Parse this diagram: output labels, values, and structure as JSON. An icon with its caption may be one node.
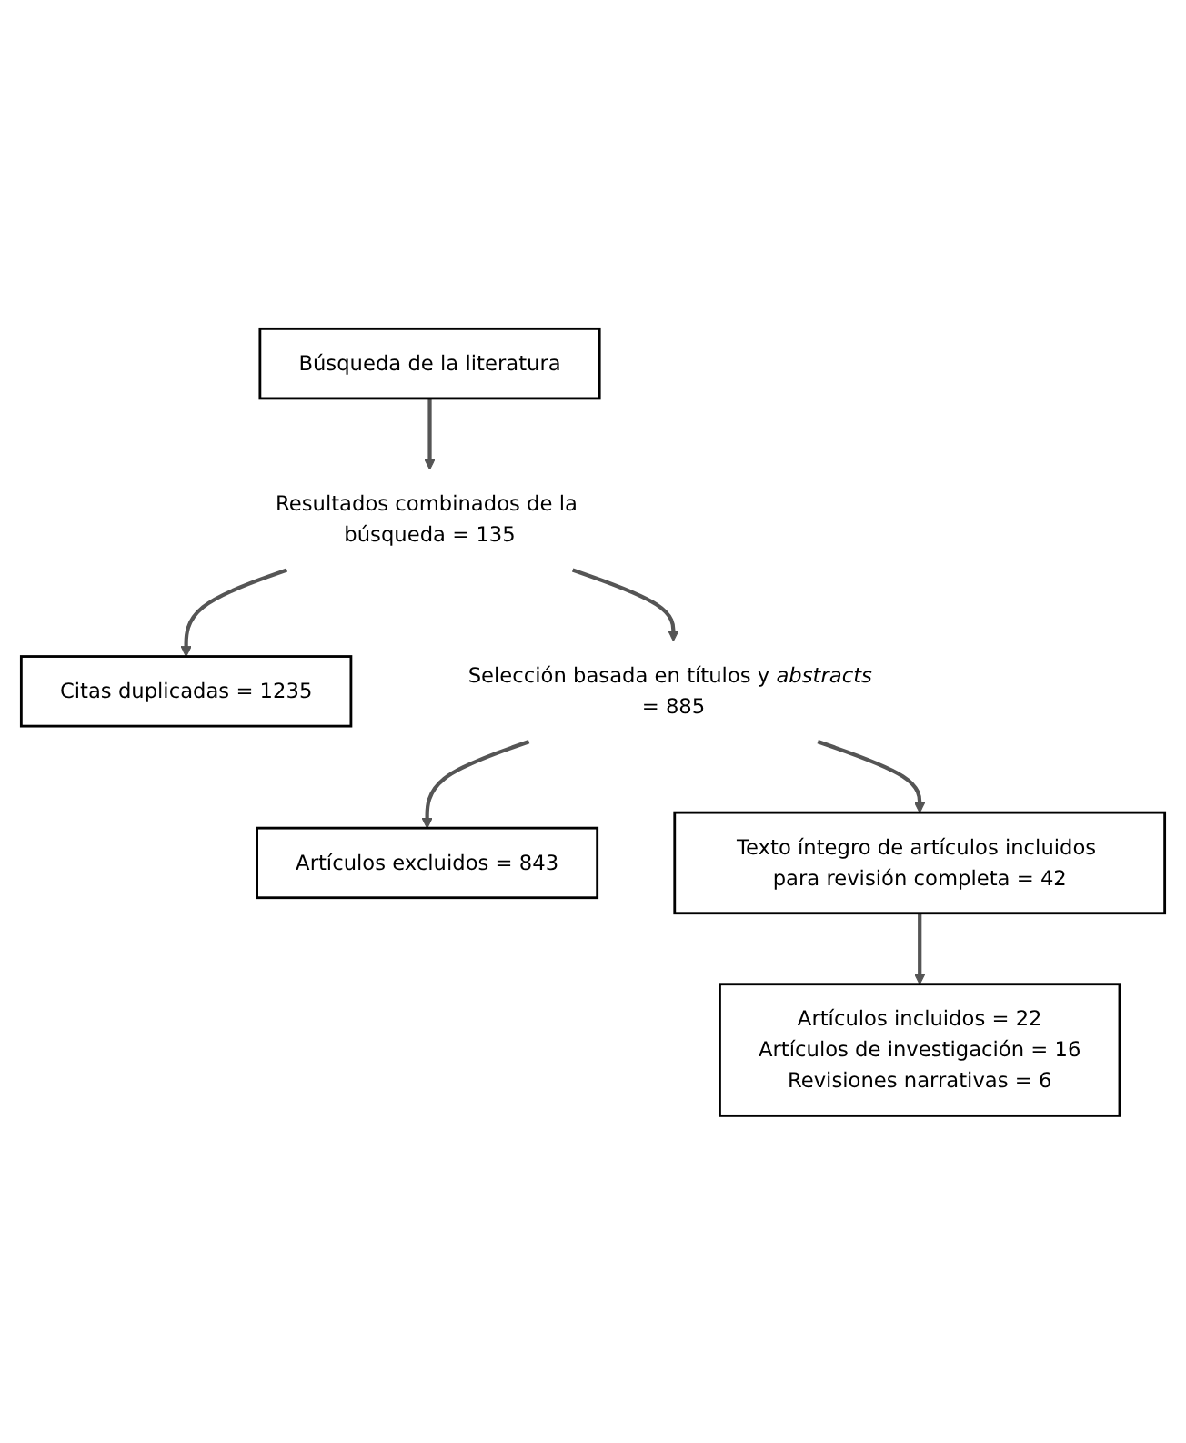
{
  "diagram": {
    "nodes": [
      {
        "text": [
          "Búsqueda de la literatura"
        ]
      },
      {
        "text": [
          "Resultados combinados de la búsqueda = 135"
        ]
      },
      {
        "text": [
          "Citas duplicadas = 1235"
        ]
      },
      {
        "text": [
          "Selección basada en títulos y *abstracts* = 885"
        ]
      },
      {
        "text": [
          "Artículos excluidos = 843"
        ]
      },
      {
        "text": [
          "Texto íntegro de artículos incluidos para revisión completa = 42"
        ]
      },
      {
        "text": [
          "Artículos incluidos = 22",
          "Artículos de investigación = 16",
          "Revisiones narrativas = 6"
        ]
      }
    ],
    "edges": [
      {
        "from": 0,
        "to": 1,
        "arrow": "to"
      },
      {
        "from": 1,
        "to": 2,
        "arrow": "to"
      },
      {
        "from": 1,
        "to": 3,
        "arrow": "to"
      },
      {
        "from": 3,
        "to": 4,
        "arrow": "to"
      },
      {
        "from": 3,
        "to": 5,
        "arrow": "to"
      },
      {
        "from": 5,
        "to": 6,
        "arrow": "to"
      }
    ]
  }
}
